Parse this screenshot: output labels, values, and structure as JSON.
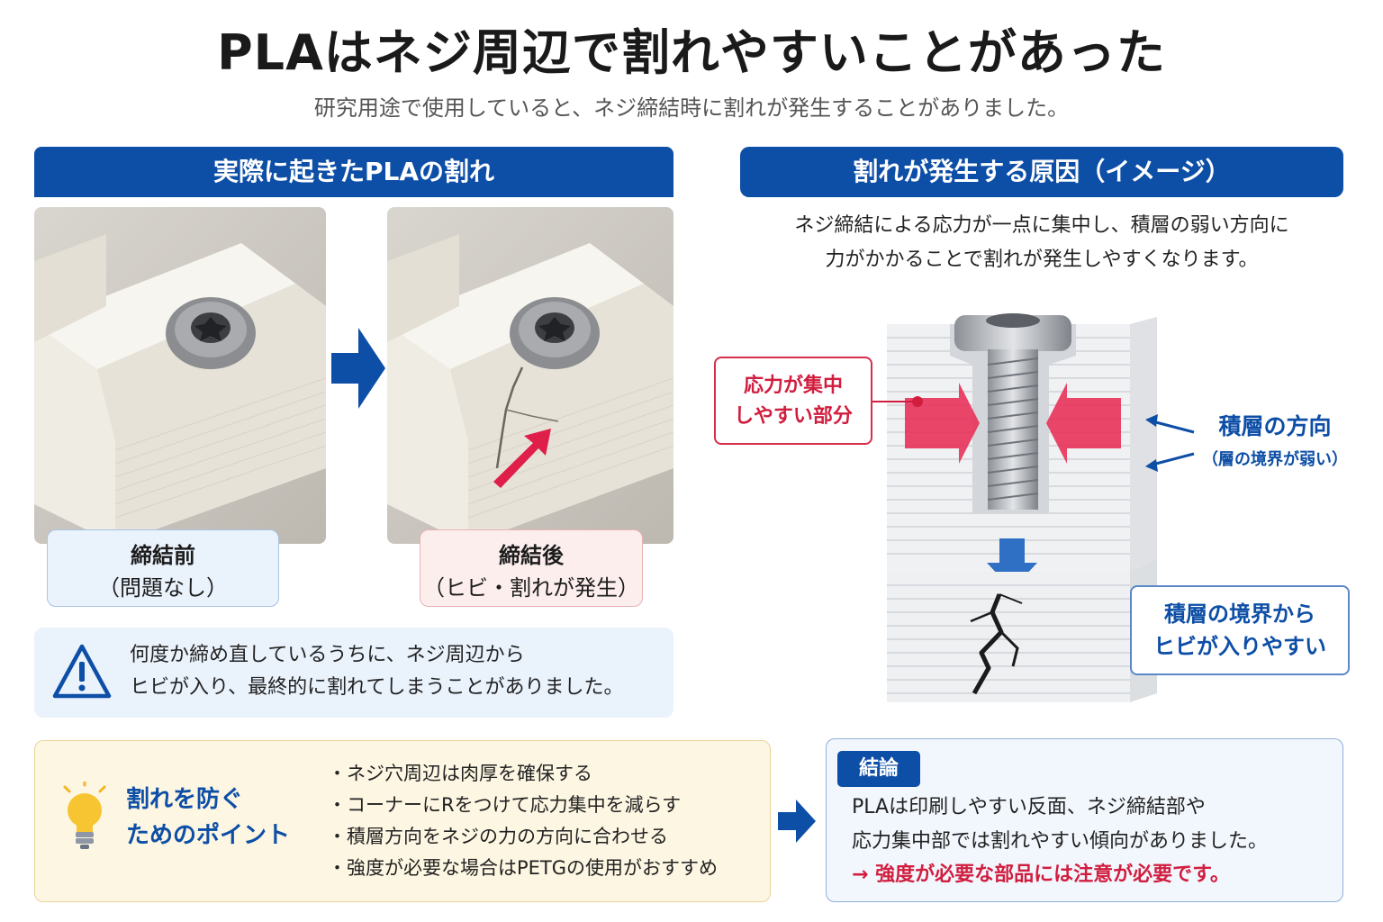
{
  "header": {
    "title": "PLAはネジ周辺で割れやすいことがあった",
    "subtitle": "研究用途で使用していると、ネジ締結時に割れが発生することがありました。"
  },
  "left_section": {
    "heading": "実際に起きたPLAの割れ",
    "before": {
      "title": "締結前",
      "note": "（問題なし）"
    },
    "after": {
      "title": "締結後",
      "note": "（ヒビ・割れが発生）"
    },
    "warning": {
      "icon": "warning-triangle-icon",
      "line1": "何度か締め直しているうちに、ネジ周辺から",
      "line2": "ヒビが入り、最終的に割れてしまうことがありました。"
    }
  },
  "right_section": {
    "heading": "割れが発生する原因（イメージ）",
    "description_line1": "ネジ締結による応力が一点に集中し、積層の弱い方向に",
    "description_line2": "力がかかることで割れが発生しやすくなります。",
    "stress_callout": {
      "line1": "応力が集中",
      "line2": "しやすい部分"
    },
    "layer_label": {
      "title": "積層の方向",
      "note": "（層の境界が弱い）"
    },
    "crack_callout": {
      "line1": "積層の境界から",
      "line2": "ヒビが入りやすい"
    }
  },
  "tips": {
    "icon": "lightbulb-icon",
    "title_line1": "割れを防ぐ",
    "title_line2": "ためのポイント",
    "items": [
      "ネジ穴周辺は肉厚を確保する",
      "コーナーにRをつけて応力集中を減らす",
      "積層方向をネジの力の方向に合わせる",
      "強度が必要な場合はPETGの使用がおすすめ"
    ]
  },
  "conclusion": {
    "badge": "結論",
    "line1": "PLAは印刷しやすい反面、ネジ締結部や",
    "line2": "応力集中部では割れやすい傾向がありました。",
    "line3": "→ 強度が必要な部品には注意が必要です。"
  },
  "colors": {
    "primary_blue": "#0d4ea6",
    "accent_red": "#d11e3f",
    "tip_bg": "#fdf6e2",
    "info_bg": "#eaf2fc"
  }
}
